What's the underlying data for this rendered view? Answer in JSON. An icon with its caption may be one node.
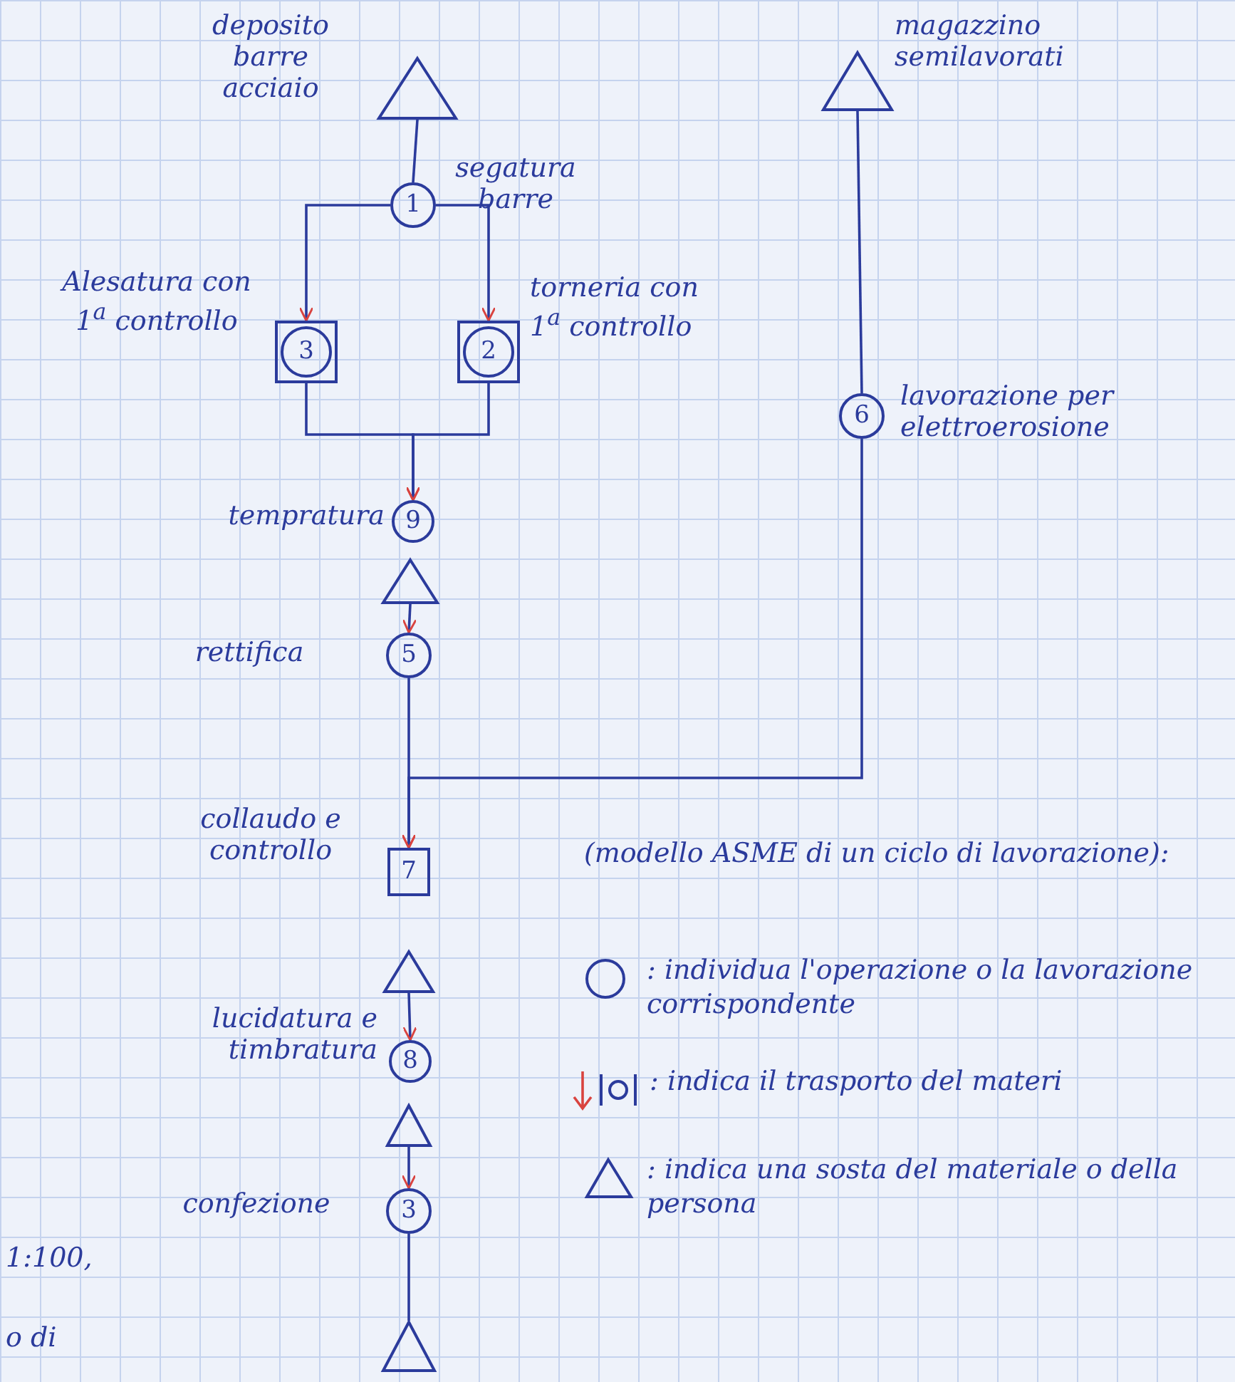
{
  "diagram": {
    "nodes": [
      {
        "text": [],
        "shape": "triangle",
        "beside": [
          "deposito barre acciaio"
        ]
      },
      {
        "text": [],
        "shape": "triangle",
        "beside": [
          "magazzino semilavorati"
        ]
      },
      {
        "text": [
          "1"
        ],
        "beside": [
          "segatura barre"
        ]
      },
      {
        "text": [
          "3"
        ],
        "beside": [
          "Alesatura con 1$^{a}$ controllo"
        ]
      },
      {
        "text": [
          "2"
        ],
        "beside": [
          "torneria con 1$^{a}$ controllo"
        ]
      },
      {
        "text": [
          "6"
        ],
        "beside": [
          "lavorazione per elettroerosione"
        ]
      },
      {
        "text": [
          "9"
        ],
        "beside": [
          "tempratura"
        ]
      },
      {
        "text": [],
        "shape": "triangle"
      },
      {
        "text": [
          "5"
        ],
        "beside": [
          "rettifica"
        ]
      },
      {
        "text": [
          "7"
        ],
        "beside": [
          "collaudo e controllo"
        ]
      },
      {
        "text": [],
        "shape": "triangle"
      },
      {
        "text": [
          "8"
        ],
        "beside": [
          "lucidatura e timbratura"
        ]
      },
      {
        "text": [],
        "shape": "triangle"
      },
      {
        "text": [
          "3"
        ],
        "beside": [
          "confezione"
        ]
      },
      {
        "text": [],
        "shape": "triangle"
      }
    ],
    "edges": [
      {
        "from": 2,
        "to": 0,
        "arrow": "none"
      },
      {
        "from": 2,
        "to": 3,
        "arrow": "to"
      },
      {
        "from": 2,
        "to": 4,
        "arrow": "to"
      },
      {
        "from": 3,
        "to": 6,
        "arrow": "to"
      },
      {
        "from": 4,
        "to": 6,
        "arrow": "to"
      },
      {
        "from": 7,
        "to": 8,
        "arrow": "to"
      },
      {
        "from": 8,
        "to": 9,
        "arrow": "to"
      },
      {
        "from": 5,
        "to": 9,
        "arrow": "to"
      },
      {
        "from": 5,
        "to": 1,
        "arrow": "none"
      },
      {
        "from": 10,
        "to": 11,
        "arrow": "to"
      },
      {
        "from": 12,
        "to": 13,
        "arrow": "to"
      },
      {
        "from": 13,
        "to": 14,
        "arrow": "none"
      }
    ],
    "labels": [
      "(modello ASME di un ciclo di lavorazione):",
      "1:100,",
      "o di"
    ],
    "legend": [
      {
        "text": ": individua l'operazione o la lavorazione corrispondente"
      },
      {
        "text": ": indica il trasporto del materi"
      },
      {
        "text": ": indica una sosta del materiale o della persona"
      }
    ]
  }
}
